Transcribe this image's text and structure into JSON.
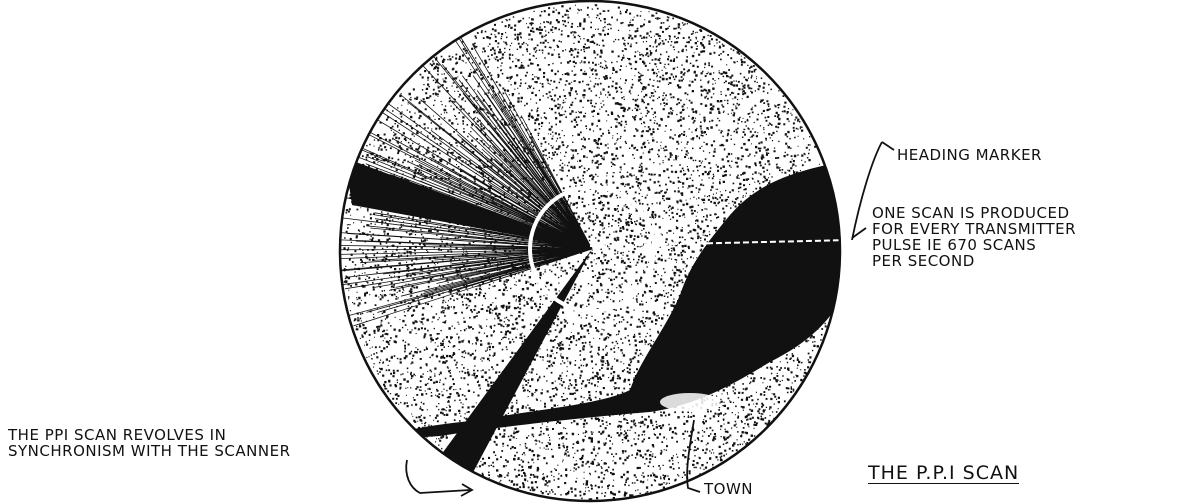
{
  "diagram": {
    "title": "THE P.P.I SCAN",
    "labels": {
      "heading_marker": "HEADING MARKER",
      "scan_note_line1": "ONE SCAN IS PRODUCED",
      "scan_note_line2": "FOR EVERY TRANSMITTER",
      "scan_note_line3": "PULSE ie 670 SCANS",
      "scan_note_line4": "PER SECOND",
      "revolve_line1": "THE PPI SCAN REVOLVES IN",
      "revolve_line2": "SYNCHRONISM WITH THE SCANNER",
      "town": "TOWN"
    }
  },
  "colors": {
    "ink": "#111111",
    "paper": "#ffffff"
  }
}
